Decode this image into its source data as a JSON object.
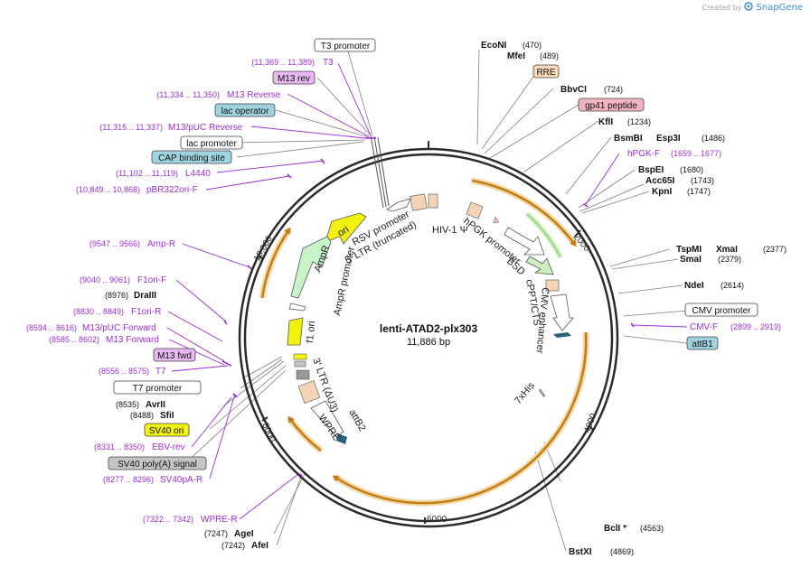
{
  "credit": {
    "prefix": "Created by",
    "brand": "SnapGene"
  },
  "plasmid": {
    "name": "lenti-ATAD2-plx303",
    "size": "11,886 bp",
    "length": 11886
  },
  "ticks": [
    "2000",
    "4000",
    "6000",
    "8000",
    "10,000"
  ],
  "colors": {
    "feature": "#e3a43c",
    "primer": "#9b2fd6",
    "enzyme": "#000000",
    "green": "#6cc24a"
  },
  "labels": {
    "t3_promoter": "T3 promoter",
    "t3_primer_range": "(11,369 .. 11,389)",
    "t3_primer": "T3",
    "m13_rev": "M13 rev",
    "m13_reverse_range": "(11,334 .. 11,350)",
    "m13_reverse": "M13 Reverse",
    "lac_operator": "lac operator",
    "m13_puc_rev_range": "(11,315 .. 11,337)",
    "m13_puc_rev": "M13/pUC Reverse",
    "lac_promoter": "lac promoter",
    "cap_site": "CAP binding site",
    "l4440_range": "(11,102 .. 11,119)",
    "l4440": "L4440",
    "pbr_range": "(10,849 .. 10,868)",
    "pbr": "pBR322ori-F",
    "ampr_primer_range": "(9547 .. 9566)",
    "ampr_primer": "Amp-R",
    "f1ori_f_range": "(9040 .. 9061)",
    "f1ori_f": "F1ori-F",
    "draiii_pos": "(8976)",
    "draiii": "DraIII",
    "f1ori_r_range": "(8830 .. 8849)",
    "f1ori_r": "F1ori-R",
    "m13_puc_fwd_range": "(8594 .. 8616)",
    "m13_puc_fwd": "M13/pUC Forward",
    "m13_fwd_range": "(8585 .. 8602)",
    "m13_fwd_primer": "M13 Forward",
    "m13_fwd": "M13 fwd",
    "t7_range": "(8556 .. 8575)",
    "t7": "T7",
    "t7_promoter": "T7 promoter",
    "avrii_pos": "(8535)",
    "avrii": "AvrII",
    "sfii_pos": "(8488)",
    "sfii": "SfiI",
    "sv40_ori": "SV40 ori",
    "ebv_range": "(8331 .. 8350)",
    "ebv": "EBV-rev",
    "sv40_polya": "SV40 poly(A) signal",
    "sv40pa_range": "(8277 .. 8296)",
    "sv40pa": "SV40pA-R",
    "wpre_r_range": "(7322 .. 7342)",
    "wpre_r": "WPRE-R",
    "agei_pos": "(7247)",
    "agei": "AgeI",
    "afei_pos": "(7242)",
    "afei": "AfeI",
    "econi": "EcoNI",
    "econi_pos": "(470)",
    "mfei": "MfeI",
    "mfei_pos": "(489)",
    "rre": "RRE",
    "bbvci": "BbvCI",
    "bbvci_pos": "(724)",
    "gp41": "gp41 peptide",
    "kfli": "KflI",
    "kfli_pos": "(1234)",
    "bsmbi": "BsmBI",
    "esp3i": "Esp3I",
    "bsmbi_pos": "(1486)",
    "hpgk_f": "hPGK-F",
    "hpgk_f_range": "(1659 .. 1677)",
    "bspei": "BspEI",
    "bspei_pos": "(1680)",
    "acc65i": "Acc65I",
    "acc65i_pos": "(1743)",
    "kpni": "KpnI",
    "kpni_pos": "(1747)",
    "tspmi": "TspMI",
    "xmai": "XmaI",
    "tspmi_pos": "(2377)",
    "smai": "SmaI",
    "smai_pos": "(2379)",
    "ndei": "NdeI",
    "ndei_pos": "(2614)",
    "cmv_promoter": "CMV promoter",
    "cmv_f": "CMV-F",
    "cmv_f_range": "(2899 .. 2919)",
    "attb1": "attB1",
    "bcli": "BclI *",
    "bcli_pos": "(4563)",
    "bstxi": "BstXI",
    "bstxi_pos": "(4869)"
  },
  "inner_labels": {
    "rsv": "RSV promoter",
    "ltr5": "5' LTR (truncated)",
    "hiv": "HIV-1 Ψ",
    "hpgk": "hPGK promoter",
    "bsd": "BSD",
    "cppt": "cPPT/CTS",
    "cmv_enh": "CMV enhancer",
    "his": "7xHis",
    "ori": "ori",
    "ampr": "AmpR",
    "ampr_prom": "AmpR promoter",
    "f1ori": "f1 ori",
    "ltr3": "3' LTR (ΔU3)",
    "wpre": "WPRE",
    "attb2": "attB2"
  }
}
